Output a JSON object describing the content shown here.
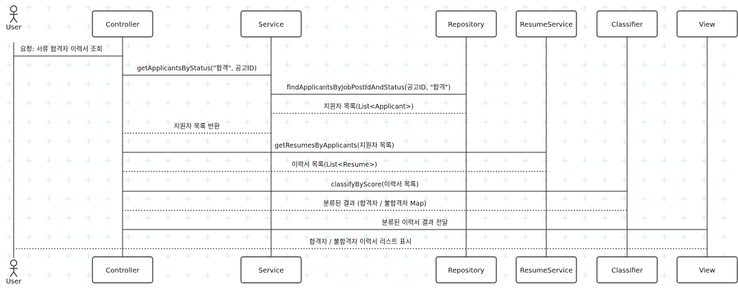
{
  "actor": {
    "label": "User"
  },
  "participants": [
    {
      "id": "controller",
      "label": "Controller"
    },
    {
      "id": "service",
      "label": "Service"
    },
    {
      "id": "repository",
      "label": "Repository"
    },
    {
      "id": "resumeservice",
      "label": "ResumeService"
    },
    {
      "id": "classifier",
      "label": "Classifier"
    },
    {
      "id": "view",
      "label": "View"
    }
  ],
  "messages": [
    {
      "from": "user",
      "to": "controller",
      "style": "solid",
      "text": "요청: 서류 합격자 이력서 조회"
    },
    {
      "from": "controller",
      "to": "service",
      "style": "solid",
      "text": "getApplicantsByStatus(\"합격\", 공고ID)"
    },
    {
      "from": "service",
      "to": "repository",
      "style": "solid",
      "text": "findApplicantsByJobPostIdAndStatus(공고ID, \"합격\")"
    },
    {
      "from": "repository",
      "to": "service",
      "style": "dashed",
      "text": "지원자 목록(List<Applicant>)"
    },
    {
      "from": "service",
      "to": "controller",
      "style": "dashed",
      "text": "지원자 목록 반환"
    },
    {
      "from": "controller",
      "to": "resumeservice",
      "style": "solid",
      "text": "getResumesByApplicants(지원자 목록)"
    },
    {
      "from": "resumeservice",
      "to": "controller",
      "style": "dashed",
      "text": "이력서 목록(List<Resume>)"
    },
    {
      "from": "controller",
      "to": "classifier",
      "style": "solid",
      "text": "classifyByScore(이력서 목록)"
    },
    {
      "from": "classifier",
      "to": "controller",
      "style": "dashed",
      "text": "분류된 결과 (합격자 / 불합격자 Map)"
    },
    {
      "from": "controller",
      "to": "view",
      "style": "solid",
      "text": "분류된 이력서 결과 전달"
    },
    {
      "from": "view",
      "to": "user",
      "style": "dashed",
      "text": "합격자 / 불합격자 이력서 리스트 표시"
    }
  ]
}
